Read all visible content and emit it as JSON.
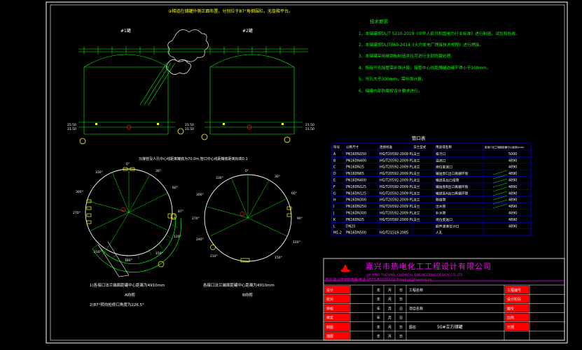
{
  "colors": {
    "background": "#000000",
    "frame": "#ffffff",
    "green": "#00ff00",
    "yellow": "#ffff00",
    "cyan": "#00ffff",
    "magenta": "#ff00ff",
    "red": "#ff0000",
    "blue": "#0000ff",
    "white": "#ffffff"
  },
  "notes": {
    "header": "技术要求",
    "items": [
      "1、本储罐按DL/T 5210-2019《中华人民共和国电力行业标准》进行制造、试验和验收。",
      "2、本储罐按DL/T869-2014《火力发电厂焊接技术规程》进行焊接。",
      "3、本储罐采用碳钢板制造并且可进行全部防腐处理。",
      "4、所有开孔接管需补强计算，接管中心线距焊缝边缘不得小于100mm。",
      "5、开孔大于300mm，需补强计算。",
      "6、储罐内部防腐按设计要求进行。"
    ]
  },
  "top_view": {
    "note": "②梯道在储罐外侧正面布置，分别位于87°角钢围栏，无旋梯平台。",
    "left_label": "#1罐",
    "right_label": "#2罐",
    "dims": [
      "25.50",
      "21.50",
      "21.50",
      "21.50",
      "21.50",
      "21.50"
    ]
  },
  "bottom_view": {
    "note_top": "3)接管及人孔中心线距离罐底为70.0m,管口中心线距罐底距离标高0.1",
    "note_left": "1)各接口法兰端面距罐中心距离为4910mm",
    "note_left2": "2)87°转向检修口角度为226.5°",
    "note_right": "各接口法兰端面距罐中心距离为4910mm",
    "left_label": "A向视",
    "right_label": "B向视",
    "angles_left": [
      "0°",
      "30°",
      "60°",
      "87°",
      "120°",
      "150°",
      "180°",
      "210°",
      "270°",
      "300°",
      "330°"
    ],
    "angles_right": [
      "0°",
      "30°",
      "60°",
      "90°",
      "120°",
      "150°",
      "210°",
      "240°",
      "270°",
      "300°",
      "330°"
    ]
  },
  "nozzle_table": {
    "title": "管口表",
    "headers": [
      "符号",
      "公称尺寸",
      "连接标准",
      "法兰型式",
      "用途或名称",
      "各接口法兰端面距罐中心距离(mm)"
    ],
    "rows": [
      [
        "A",
        "PN16DN150",
        "HG/T20592-2009 PL",
        "法兰",
        "排污口",
        "5000"
      ],
      [
        "B",
        "PN16DN400",
        "HG/T20592-2009 PL",
        "法兰",
        "溢流口",
        "4890"
      ],
      [
        "C",
        "PN16DN25",
        "HG/T20592-2009 PL",
        "法兰",
        "液位变送口",
        "4890"
      ],
      [
        "D",
        "PN16DN65",
        "HG/T20592-2009 PL",
        "法兰",
        "输送泵C出口再循环管",
        "4890"
      ],
      [
        "E",
        "PN16DN400",
        "HG/T20592-2009 PL",
        "法兰",
        "输送泵出口母管",
        "4890"
      ],
      [
        "F",
        "PN16DN125",
        "HG/T20592-2009 PL",
        "法兰",
        "输送泵B出口再循环管",
        "4890"
      ],
      [
        "G",
        "PN16DN125",
        "HG/T20592-2009 PL",
        "法兰",
        "输送泵A出口再循环管",
        "4890"
      ],
      [
        "H",
        "PN16DN300",
        "HG/T20592-2009 PL",
        "法兰",
        "联络管",
        "4890"
      ],
      [
        "I",
        "PN16DN250",
        "HG/T20592-2009 PL",
        "法兰",
        "出水管",
        "4890"
      ],
      [
        "J",
        "PN16DN300",
        "HG/T20592-2009 PL",
        "法兰",
        "补水管",
        "4890"
      ],
      [
        "K",
        "PN16DN25",
        "HG/T20592-2009 PL",
        "法兰",
        "液位变送口",
        "4890"
      ],
      [
        "L",
        "DN25",
        "",
        "",
        "超声波液位计口",
        "4890"
      ],
      [
        "M1-2",
        "PN16DN500",
        "HG/T21519-2005",
        "",
        "人孔",
        ""
      ]
    ]
  },
  "title_block": {
    "company": "嘉兴市热电化工工程设计有限公司",
    "company_en": "JIA XING THERMAL CHEMICAL ENGINEERING DESIGN CO.,LTD.",
    "contact": "地址:嘉兴市中环南路  电话:0573-82035XXX  Email:jx@thermo.cn",
    "drawing_name": "50#立方储罐",
    "left_labels": [
      "设计",
      "校对",
      "审核",
      "审定",
      "制图",
      "描图"
    ],
    "sign_labels": [
      "年",
      "月",
      "日"
    ],
    "mid_labels": [
      "工程名称",
      "项目名称",
      "图名"
    ],
    "right_labels": [
      "工程编号",
      "设计阶段",
      "图号",
      "比例",
      "日期"
    ]
  }
}
